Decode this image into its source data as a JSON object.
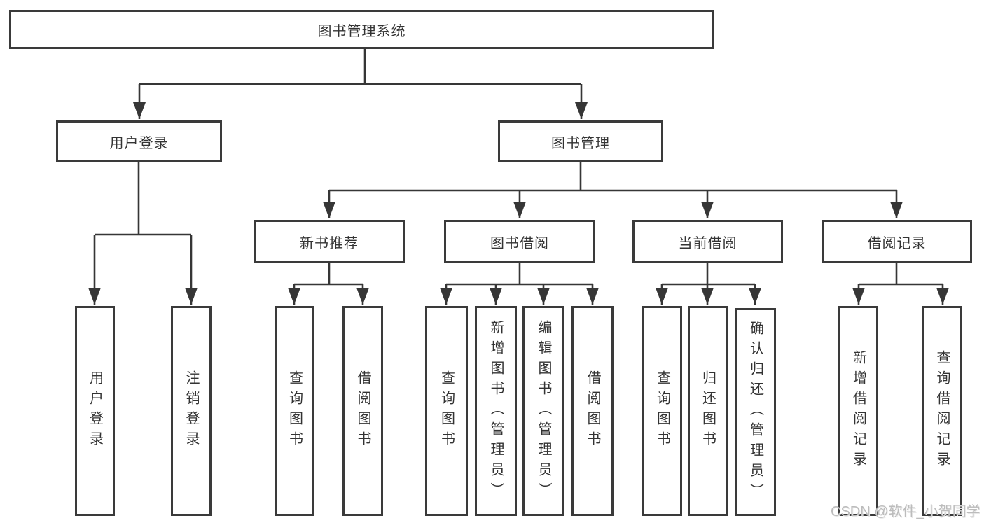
{
  "tree": {
    "root": "图书管理系统",
    "user_login": {
      "label": "用户登录",
      "children": [
        "用户登录",
        "注销登录"
      ]
    },
    "book_mgmt": {
      "label": "图书管理",
      "sections": [
        {
          "label": "新书推荐",
          "children": [
            "查询图书",
            "借阅图书"
          ]
        },
        {
          "label": "图书借阅",
          "children": [
            "查询图书",
            "新增图书（管理员）",
            "编辑图书（管理员）",
            "借阅图书"
          ]
        },
        {
          "label": "当前借阅",
          "children": [
            "查询图书",
            "归还图书",
            "确认归还（管理员）"
          ]
        },
        {
          "label": "借阅记录",
          "children": [
            "新增借阅记录",
            "查询借阅记录"
          ]
        }
      ]
    }
  },
  "watermark": {
    "text": "CSDN @软件_小贺同学"
  },
  "colors": {
    "border": "#3a3a3a",
    "line": "#363636",
    "text": "#333333",
    "watermark": "#bcbcbc",
    "background": "#ffffff"
  }
}
